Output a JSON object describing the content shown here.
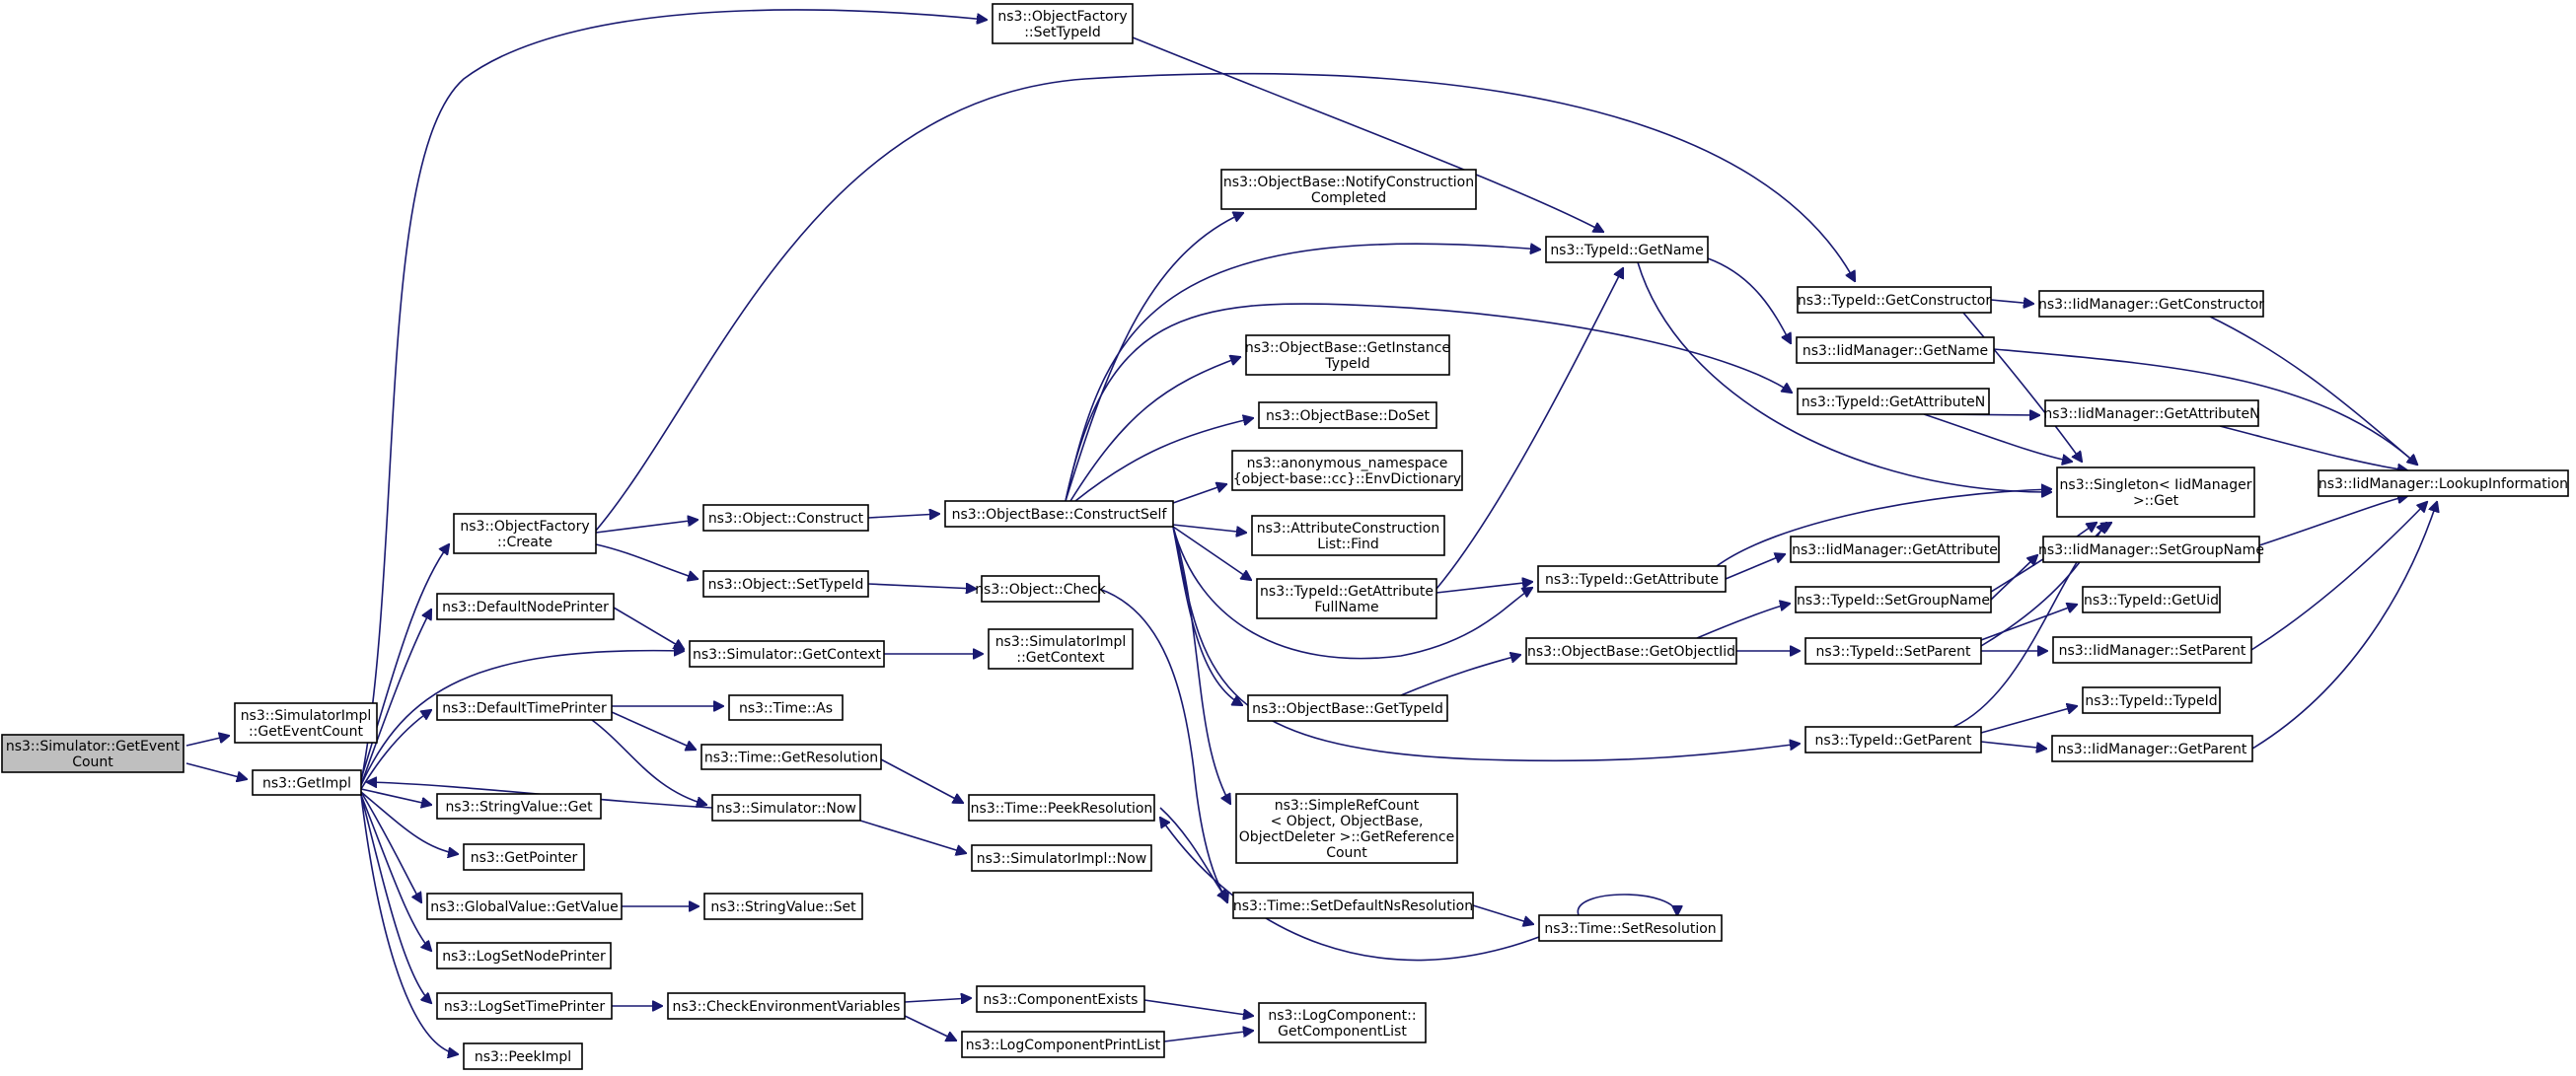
{
  "colors": {
    "edge": "#191970",
    "node_border": "#000000",
    "node_fill": "#ffffff",
    "root_fill": "#bfbfbf"
  },
  "nodes": {
    "n0": [
      "ns3::Simulator::GetEvent",
      "Count"
    ],
    "n1": [
      "ns3::SimulatorImpl",
      "::GetEventCount"
    ],
    "n2": [
      "ns3::GetImpl"
    ],
    "n3": [
      "ns3::ObjectFactory",
      "::SetTypeId"
    ],
    "n4": [
      "ns3::ObjectFactory",
      "::Create"
    ],
    "n5": [
      "ns3::DefaultNodePrinter"
    ],
    "n6": [
      "ns3::DefaultTimePrinter"
    ],
    "n7": [
      "ns3::StringValue::Get"
    ],
    "n8": [
      "ns3::GetPointer"
    ],
    "n9": [
      "ns3::GlobalValue::GetValue"
    ],
    "n10": [
      "ns3::LogSetNodePrinter"
    ],
    "n11": [
      "ns3::LogSetTimePrinter"
    ],
    "n12": [
      "ns3::PeekImpl"
    ],
    "n13": [
      "ns3::Object::Construct"
    ],
    "n14": [
      "ns3::Object::SetTypeId"
    ],
    "n15": [
      "ns3::Simulator::GetContext"
    ],
    "n16": [
      "ns3::Time::As"
    ],
    "n17": [
      "ns3::Time::GetResolution"
    ],
    "n18": [
      "ns3::Simulator::Now"
    ],
    "n19": [
      "ns3::StringValue::Set"
    ],
    "n20": [
      "ns3::CheckEnvironmentVariables"
    ],
    "n21": [
      "ns3::ObjectBase::ConstructSelf"
    ],
    "n22": [
      "ns3::Object::Check"
    ],
    "n23": [
      "ns3::SimulatorImpl",
      "::GetContext"
    ],
    "n24": [
      "ns3::Time::PeekResolution"
    ],
    "n25": [
      "ns3::SimulatorImpl::Now"
    ],
    "n26": [
      "ns3::ComponentExists"
    ],
    "n27": [
      "ns3::LogComponentPrintList"
    ],
    "n28": [
      "ns3::ObjectBase::NotifyConstruction",
      "Completed"
    ],
    "n29": [
      "ns3::ObjectBase::GetInstance",
      "TypeId"
    ],
    "n30": [
      "ns3::ObjectBase::DoSet"
    ],
    "n31": [
      "ns3::anonymous_namespace",
      "{object-base::cc}::EnvDictionary"
    ],
    "n32": [
      "ns3::AttributeConstruction",
      "List::Find"
    ],
    "n33": [
      "ns3::TypeId::GetAttribute",
      "FullName"
    ],
    "n34": [
      "ns3::ObjectBase::GetTypeId"
    ],
    "n35": [
      "ns3::SimpleRefCount",
      "< Object, ObjectBase,",
      "ObjectDeleter >::GetReference",
      "Count"
    ],
    "n36": [
      "ns3::Time::SetDefaultNsResolution"
    ],
    "n37": [
      "ns3::LogComponent::",
      "GetComponentList"
    ],
    "n38": [
      "ns3::TypeId::GetName"
    ],
    "n39": [
      "ns3::TypeId::GetAttribute"
    ],
    "n40": [
      "ns3::ObjectBase::GetObjectIid"
    ],
    "n41": [
      "ns3::Time::SetResolution"
    ],
    "n42": [
      "ns3::TypeId::GetConstructor"
    ],
    "n43": [
      "ns3::IidManager::GetName"
    ],
    "n44": [
      "ns3::TypeId::GetAttributeN"
    ],
    "n45": [
      "ns3::IidManager::GetAttribute"
    ],
    "n46": [
      "ns3::TypeId::SetGroupName"
    ],
    "n47": [
      "ns3::TypeId::SetParent"
    ],
    "n48": [
      "ns3::TypeId::GetParent"
    ],
    "n49": [
      "ns3::IidManager::GetConstructor"
    ],
    "n50": [
      "ns3::Singleton< IidManager",
      ">::Get"
    ],
    "n51": [
      "ns3::IidManager::GetAttributeN"
    ],
    "n52": [
      "ns3::IidManager::SetGroupName"
    ],
    "n53": [
      "ns3::TypeId::GetUid"
    ],
    "n54": [
      "ns3::IidManager::SetParent"
    ],
    "n55": [
      "ns3::TypeId::TypeId"
    ],
    "n56": [
      "ns3::IidManager::GetParent"
    ],
    "n57": [
      "ns3::IidManager::LookupInformation"
    ]
  }
}
